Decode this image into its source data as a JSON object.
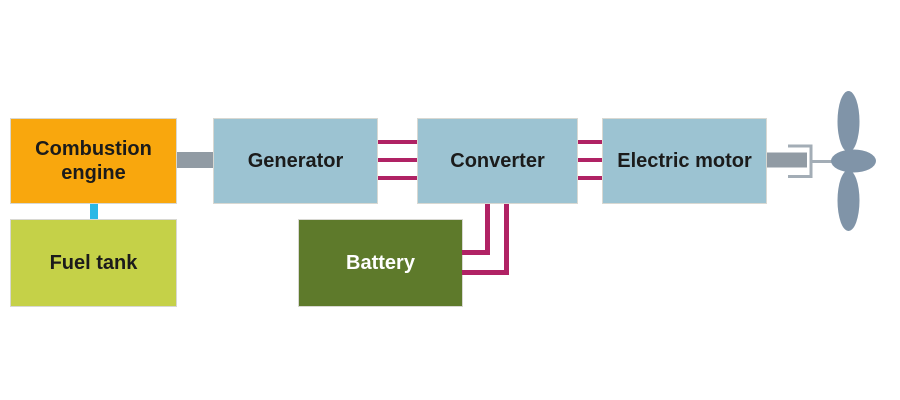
{
  "diagram": {
    "blocks": {
      "combustion_engine": {
        "label": "Combustion engine"
      },
      "fuel_tank": {
        "label": "Fuel tank"
      },
      "generator": {
        "label": "Generator"
      },
      "converter": {
        "label": "Converter"
      },
      "electric_motor": {
        "label": "Electric motor"
      },
      "battery": {
        "label": "Battery"
      }
    },
    "connections": [
      {
        "from": "fuel_tank",
        "to": "combustion_engine",
        "type": "fuel-line",
        "color_key": "fuel_line"
      },
      {
        "from": "combustion_engine",
        "to": "generator",
        "type": "mechanical-shaft",
        "color_key": "shaft"
      },
      {
        "from": "generator",
        "to": "converter",
        "type": "electrical",
        "line_count": 3,
        "color_key": "electric_line"
      },
      {
        "from": "converter",
        "to": "electric_motor",
        "type": "electrical",
        "line_count": 3,
        "color_key": "electric_line"
      },
      {
        "from": "converter",
        "to": "battery",
        "type": "electrical",
        "line_count": 2,
        "color_key": "electric_line"
      },
      {
        "from": "electric_motor",
        "to": "propeller",
        "type": "mechanical-shaft",
        "color_key": "shaft"
      }
    ],
    "colors": {
      "background": "#ffffff",
      "engine_fill": "#f9a70d",
      "fuel_tank_fill": "#c5d148",
      "machine_fill": "#9cc3d2",
      "battery_fill": "#5e7a2b",
      "electric_line": "#b02264",
      "fuel_line": "#2bb8e6",
      "shaft": "#919ba4",
      "bracket": "#a3adb6",
      "propeller": "#8094a8",
      "text_dark": "#1b1b1b",
      "text_light": "#ffffff"
    }
  }
}
